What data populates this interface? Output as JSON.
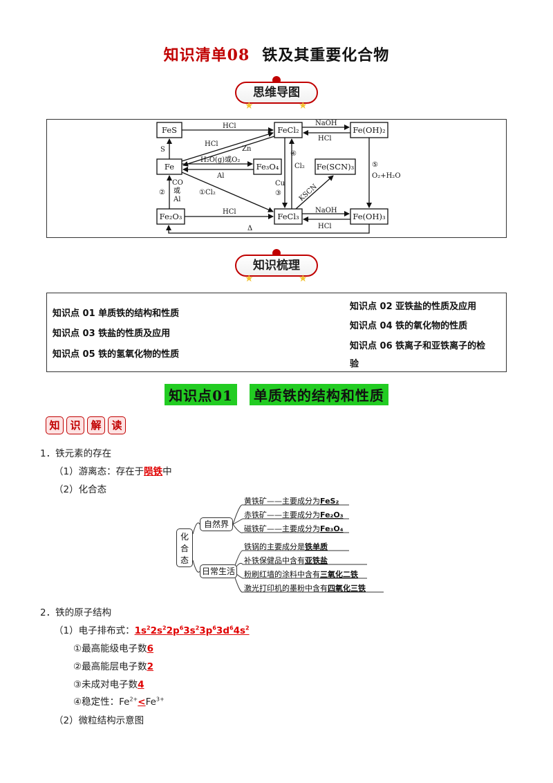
{
  "title": {
    "prefix": "知识清单08",
    "main": "铁及其重要化合物"
  },
  "badges": {
    "mindmap": "思维导图",
    "outline": "知识梳理"
  },
  "mindmap": {
    "nodes": {
      "fes": "FeS",
      "fecl2": "FeCl₂",
      "feoh2": "Fe(OH)₂",
      "fe": "Fe",
      "fe3o4": "Fe₃O₄",
      "fescn3": "Fe(SCN)₃",
      "fe2o3": "Fe₂O₃",
      "fecl3": "FeCl₃",
      "feoh3": "Fe(OH)₃"
    },
    "labels": {
      "hcl_fes": "HCl",
      "naoh_top": "NaOH",
      "hcl_top": "HCl",
      "s": "S",
      "hcl_diag": "HCl",
      "zn": "Zn",
      "h2o_o2": "H₂O(g)或O₂",
      "al": "Al",
      "n4": "④",
      "cl2": "Cl₂",
      "n5": "⑤",
      "o2h2o": "O₂+H₂O",
      "co": "CO",
      "or": "或",
      "al2": "Al",
      "n2": "②",
      "n1cl2": "①Cl₂",
      "cu": "Cu",
      "n3": "③",
      "kscn": "KSCN",
      "hcl_bottom": "HCl",
      "naoh_bottom": "NaOH",
      "hcl_bottom2": "HCl",
      "delta": "Δ"
    }
  },
  "outline": {
    "items": [
      "知识点 01 单质铁的结构和性质",
      "知识点 02 亚铁盐的性质及应用",
      "知识点 03 铁盐的性质及应用",
      "知识点 04 铁的氧化物的性质",
      "知识点 05 铁的氢氧化物的性质",
      "知识点 06 铁离子和亚铁离子的检",
      "验"
    ]
  },
  "section1": {
    "num": "知识点01",
    "title": "单质铁的结构和性质"
  },
  "tags": [
    "知",
    "识",
    "解",
    "读"
  ],
  "content": {
    "h1": "1．铁元素的存在",
    "free_prefix": "（1）游离态：存在于",
    "free_ans": "陨铁",
    "free_suffix": "中",
    "combined": "（2）化合态",
    "h2": "2．铁的原子结构",
    "config_prefix": "（1）电子排布式：",
    "q1": "①最高能级电子数",
    "a1": "6",
    "q2": "②最高能层电子数",
    "a2": "2",
    "q3": "③未成对电子数",
    "a3": "4",
    "q4": "④稳定性：",
    "a4": "<",
    "micro": "（2）微粒结构示意图"
  },
  "tree": {
    "root": "化合态",
    "nature": "自然界",
    "daily": "日常生活",
    "leaves": [
      {
        "text": "黄铁矿——主要成分为",
        "ans": "FeS₂"
      },
      {
        "text": "赤铁矿——主要成分为",
        "ans": "Fe₂O₃"
      },
      {
        "text": "磁铁矿——主要成分为",
        "ans": "Fe₃O₄"
      },
      {
        "text": "铁锅的主要成分是",
        "ans": "铁单质"
      },
      {
        "text": "补铁保健品中含有",
        "ans": "亚铁盐"
      },
      {
        "text": "粉刷红墙的涂料中含有",
        "ans": "三氧化二铁"
      },
      {
        "text": "激光打印机的墨粉中含有",
        "ans": "四氧化三铁"
      }
    ]
  }
}
